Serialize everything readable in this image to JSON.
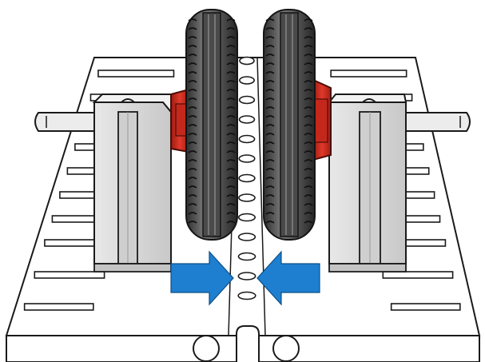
{
  "diagram": {
    "caption": "",
    "palette": {
      "background": "#ffffff",
      "line": "#1a1a1a",
      "bed_fill": "#ffffff",
      "block_fill": "#dcdcdc",
      "block_shade": "#bcbcbc",
      "rod_fill": "#e6e6e6",
      "wheel_dark": "#3a3a3a",
      "wheel_mid": "#6b6b6b",
      "wheel_light": "#9a9a9a",
      "hub_red": "#d83224",
      "hub_red_dark": "#8e1a12",
      "arrow_blue": "#1e7fd0"
    },
    "arrows": [
      {
        "name": "left-arrow",
        "points": "right"
      },
      {
        "name": "right-arrow",
        "points": "left"
      }
    ],
    "wheels": [
      {
        "name": "left-wheel",
        "side": "left"
      },
      {
        "name": "right-wheel",
        "side": "right"
      }
    ],
    "holes_count": 13
  }
}
